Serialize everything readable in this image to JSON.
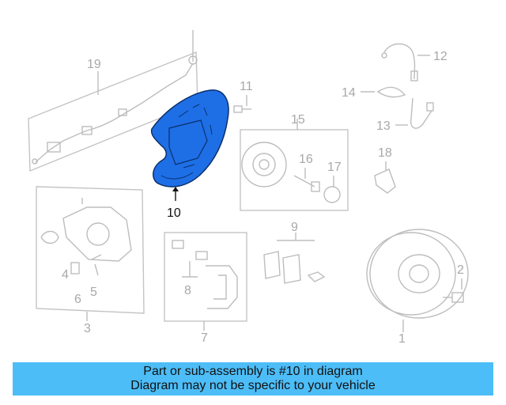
{
  "labels": {
    "p1": "1",
    "p2": "2",
    "p3": "3",
    "p4": "4",
    "p5": "5",
    "p6": "6",
    "p7": "7",
    "p8": "8",
    "p9": "9",
    "p10": "10",
    "p11": "11",
    "p12": "12",
    "p13": "13",
    "p14": "14",
    "p15": "15",
    "p16": "16",
    "p17": "17",
    "p18": "18",
    "p19": "19"
  },
  "highlight": {
    "part": "10",
    "fill_color": "#1e6fe6"
  },
  "banner": {
    "line1": "Part or sub-assembly is #10 in diagram",
    "line2": "Diagram may not be specific to your vehicle",
    "background": "#4dbdf7"
  }
}
